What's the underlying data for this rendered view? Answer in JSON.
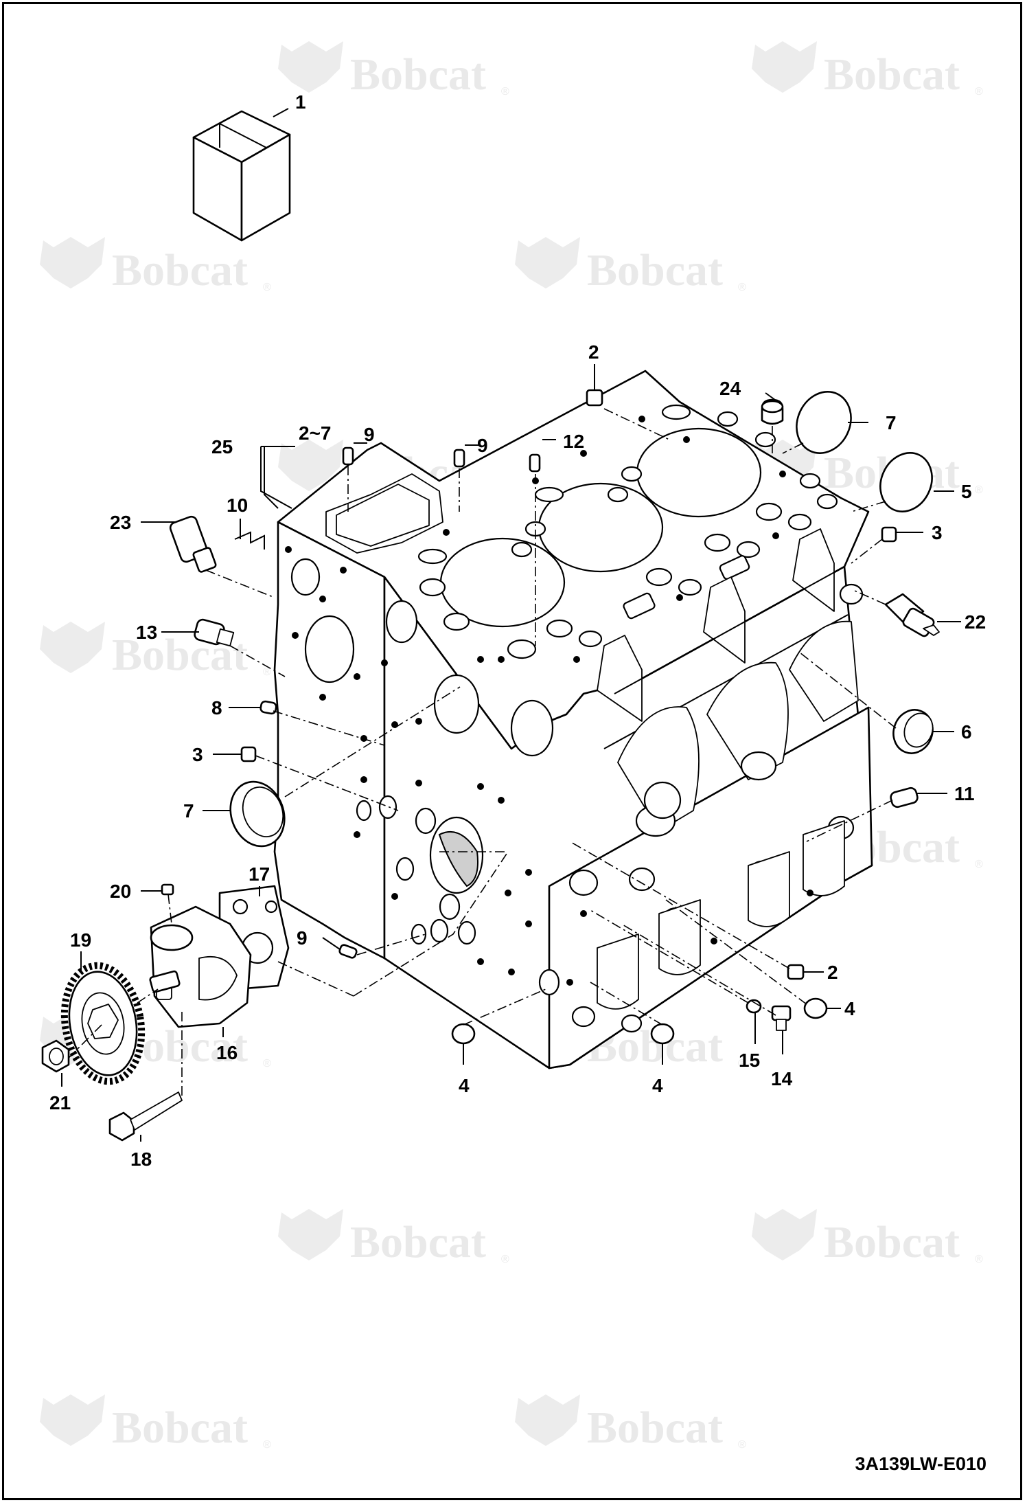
{
  "watermark": {
    "brand": "Bobcat",
    "registered_mark": "®"
  },
  "drawing_id": "3A139LW-E010",
  "callouts": {
    "c1": "1",
    "c2_top": "2",
    "c2_bottom": "2",
    "c2_7": "2~7",
    "c3_right": "3",
    "c3_left": "3",
    "c4_right": "4",
    "c4_mid": "4",
    "c4_left": "4",
    "c5": "5",
    "c6": "6",
    "c7_right": "7",
    "c7_left": "7",
    "c8": "8",
    "c9_a": "9",
    "c9_b": "9",
    "c9_c": "9",
    "c10": "10",
    "c11": "11",
    "c12": "12",
    "c13": "13",
    "c14": "14",
    "c15": "15",
    "c16": "16",
    "c17": "17",
    "c18": "18",
    "c19": "19",
    "c20": "20",
    "c21": "21",
    "c22": "22",
    "c23": "23",
    "c24": "24",
    "c25": "25"
  }
}
